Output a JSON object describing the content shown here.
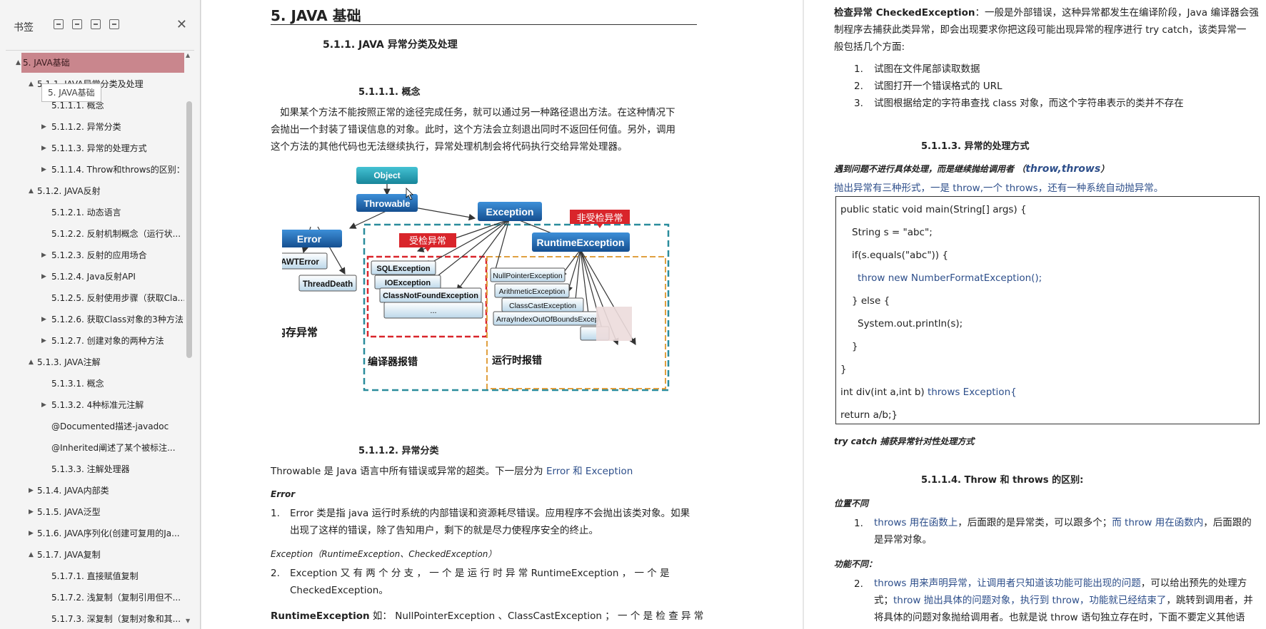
{
  "sidebar": {
    "title": "书签",
    "tooltip": "5. JAVA基础",
    "items": [
      {
        "label": "5. JAVA基础",
        "level": 0,
        "arrow": "▲",
        "selected": true
      },
      {
        "label": "5.1.1. JAVA异常分类及处理",
        "level": 1,
        "arrow": "▲"
      },
      {
        "label": "5.1.1.1. 概念",
        "level": 2,
        "arrow": ""
      },
      {
        "label": "5.1.1.2. 异常分类",
        "level": 2,
        "arrow": "▶"
      },
      {
        "label": "5.1.1.3. 异常的处理方式",
        "level": 2,
        "arrow": "▶"
      },
      {
        "label": "5.1.1.4. Throw和throws的区别：",
        "level": 2,
        "arrow": "▶"
      },
      {
        "label": "5.1.2. JAVA反射",
        "level": 1,
        "arrow": "▲"
      },
      {
        "label": "5.1.2.1. 动态语言",
        "level": 2,
        "arrow": ""
      },
      {
        "label": "5.1.2.2. 反射机制概念（运行状...",
        "level": 2,
        "arrow": ""
      },
      {
        "label": "5.1.2.3. 反射的应用场合",
        "level": 2,
        "arrow": "▶"
      },
      {
        "label": "5.1.2.4. Java反射API",
        "level": 2,
        "arrow": "▶"
      },
      {
        "label": "5.1.2.5. 反射使用步骤（获取Cla...",
        "level": 2,
        "arrow": ""
      },
      {
        "label": "5.1.2.6. 获取Class对象的3种方法",
        "level": 2,
        "arrow": "▶"
      },
      {
        "label": "5.1.2.7. 创建对象的两种方法",
        "level": 2,
        "arrow": "▶"
      },
      {
        "label": "5.1.3. JAVA注解",
        "level": 1,
        "arrow": "▲"
      },
      {
        "label": "5.1.3.1. 概念",
        "level": 2,
        "arrow": ""
      },
      {
        "label": "5.1.3.2. 4种标准元注解",
        "level": 2,
        "arrow": "▶"
      },
      {
        "label": "@Documented描述-javadoc",
        "level": 2,
        "arrow": ""
      },
      {
        "label": "@Inherited阐述了某个被标注...",
        "level": 2,
        "arrow": ""
      },
      {
        "label": "5.1.3.3. 注解处理器",
        "level": 2,
        "arrow": ""
      },
      {
        "label": "5.1.4. JAVA内部类",
        "level": 1,
        "arrow": "▶"
      },
      {
        "label": "5.1.5. JAVA泛型",
        "level": 1,
        "arrow": "▶"
      },
      {
        "label": "5.1.6. JAVA序列化(创建可复用的Ja...",
        "level": 1,
        "arrow": "▶"
      },
      {
        "label": "5.1.7. JAVA复制",
        "level": 1,
        "arrow": "▲"
      },
      {
        "label": "5.1.7.1. 直接赋值复制",
        "level": 2,
        "arrow": ""
      },
      {
        "label": "5.1.7.2. 浅复制（复制引用但不...",
        "level": 2,
        "arrow": ""
      },
      {
        "label": "5.1.7.3. 深复制（复制对象和其...",
        "level": 2,
        "arrow": ""
      }
    ]
  },
  "page1": {
    "h1": "5. JAVA 基础",
    "h2": "5.1.1.  JAVA 异常分类及处理",
    "h3a": "5.1.1.1.      概念",
    "para1": [
      "如果某个方法不能按照正常的途径完成任务，就可以通过另一种路径退出方法。在这种情况下",
      "会抛出一个封装了错误信息的对象。此时，这个方法会立刻退出同时不返回任何值。另外，调用",
      "这个方法的其他代码也无法继续执行，异常处理机制会将代码执行交给异常处理器。"
    ],
    "diagram": {
      "object": "Object",
      "throwable": "Throwable",
      "error": "Error",
      "exception": "Exception",
      "checked": "受检异常",
      "unchecked": "非受检异常",
      "runtime": "RuntimeException",
      "awt": "AWTError",
      "thread": "ThreadDeath",
      "memory": "内存异常",
      "sql": "SQLException",
      "io": "IOException",
      "cnf": "ClassNotFoundException",
      "dots": "...",
      "npe": "NullPointerException",
      "arith": "ArithmeticException",
      "cce": "ClassCastException",
      "aioobe": "ArrayIndexOutOfBoundsExcep",
      "compile": "编译器报错",
      "runtime_err": "运行时报错"
    },
    "h3b": "5.1.1.2.      异常分类",
    "para2_a": "Throwable 是 Java 语言中所有错误或异常的超类。下一层分为 ",
    "para2_b": "Error 和 Exception",
    "error_label": "Error",
    "item1": [
      "Error 类是指 java 运行时系统的内部错误和资源耗尽错误。应用程序不会抛出该类对象。如果",
      "出现了这样的错误，除了告知用户，剩下的就是尽力使程序安全的终止。"
    ],
    "exception_label": "Exception（RuntimeException、CheckedException）",
    "item2": [
      "Exception  又 有 两 个 分 支 ， 一 个 是 运 行 时 异 常  RuntimeException ， 一 个 是",
      "CheckedException。"
    ],
    "runtime_line_a": "RuntimeException",
    "runtime_line_b": " 如： NullPointerException 、ClassCastException ； 一 个 是 检 查 异 常"
  },
  "page2": {
    "checked_a": "检查异常 CheckedException",
    "checked_b": "：一般是外部错误，这种异常都发生在编译阶段，Java 编译器会强",
    "checked_lines": [
      "制程序去捕获此类异常，即会出现要求你把这段可能出现异常的程序进行 try catch，该类异常一",
      "般包括几个方面:"
    ],
    "list": [
      "试图在文件尾部读取数据",
      "试图打开一个错误格式的 URL",
      "试图根据给定的字符串查找 class 对象，而这个字符串表示的类并不存在"
    ],
    "h3c": "5.1.1.3.      异常的处理方式",
    "rule_a": "遇到问题不进行具体处理，而是继续抛给调用者 （",
    "rule_b": "throw,throws",
    "rule_c": "）",
    "blue_line": "抛出异常有三种形式，一是 throw,一个 throws，还有一种系统自动抛异常。",
    "code": [
      "public static void main(String[] args) {",
      "String s = \"abc\";",
      "if(s.equals(\"abc\")) {",
      "throw new NumberFormatException();",
      "} else {",
      "System.out.println(s);",
      "}",
      "}",
      "int div(int a,int b) ",
      "throws Exception{",
      "return a/b;}"
    ],
    "try_catch": "try catch 捕获异常针对性处理方式",
    "h3d": "5.1.1.4.      Throw 和 throws 的区别:",
    "pos_label": "位置不同",
    "pos_a": "throws 用在函数上",
    "pos_b": "，后面跟的是异常类，可以跟多个；",
    "pos_c": "而 throw 用在函数内",
    "pos_d": "，后面跟的",
    "pos_e": "是异常对象。",
    "func_label": "功能不同：",
    "func_a": "throws 用来声明异常，让调用者只知道该功能可能出现的问题",
    "func_b": "，可以给出预先的处理方",
    "func_c": "式；",
    "func_d": "throw 抛出具体的问题对象，执行到 throw，功能就已经结束了",
    "func_e": "，跳转到调用者，并",
    "func_f": "将具体的问题对象抛给调用者。也就是说  throw 语句独立存在时，下面不要定义其他语"
  },
  "colors": {
    "selected": "#c9868d",
    "blue_text": "#2d4e8a",
    "node_blue": "#1c5fa8",
    "node_teal": "#1e9bb0",
    "red_dash": "#d9252b",
    "teal_dash": "#2a8c9c",
    "orange_dash": "#e0a040"
  }
}
